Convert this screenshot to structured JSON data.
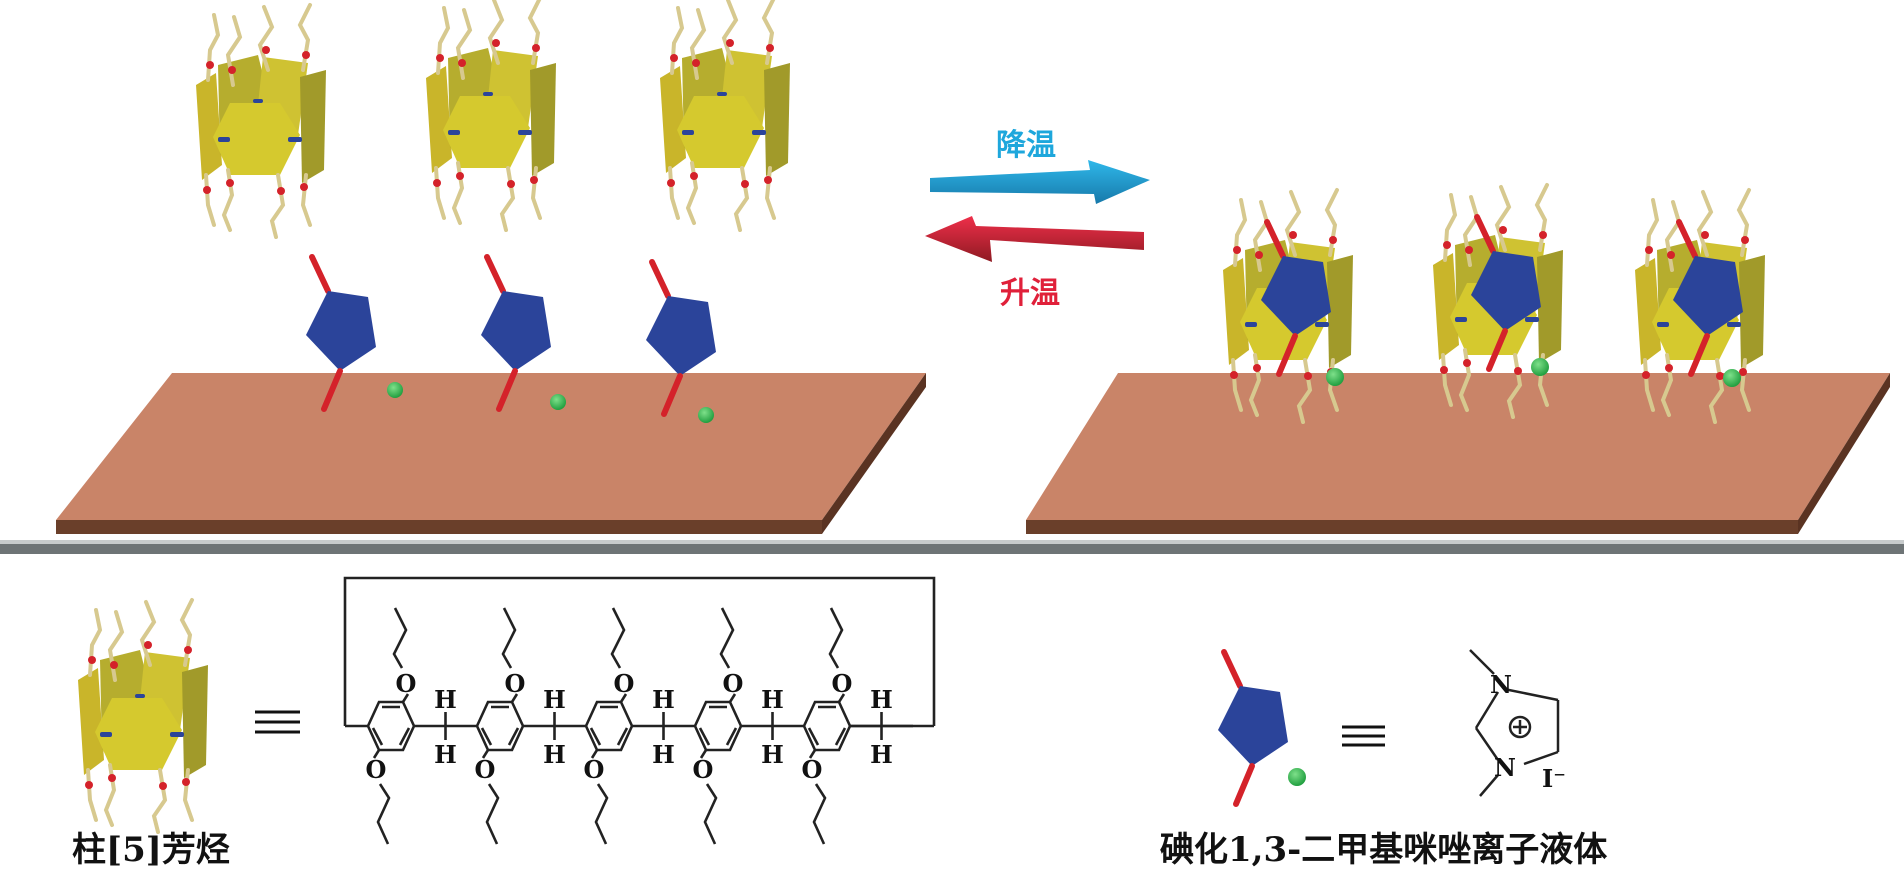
{
  "arrows": {
    "cooling_label": "降温",
    "heating_label": "升温"
  },
  "legend": {
    "pillararene_caption": "柱[5]芳烃",
    "ionic_liquid_caption": "碘化1,3-二甲基咪唑离子液体",
    "equiv_symbol": "≡"
  },
  "structure": {
    "oxygen": "O",
    "hydrogen": "H",
    "nitrogen": "N",
    "iodide": "I⁻",
    "charge": "⊕"
  },
  "colors": {
    "cooling": "#1ea7dc",
    "heating": "#e0203a",
    "slab_top": "#c98468",
    "slab_side": "#6a3f2a",
    "divider": "#6e7476",
    "imidazolium": "#2b449a",
    "anion": "#27a844",
    "host": "#d4c62a"
  }
}
